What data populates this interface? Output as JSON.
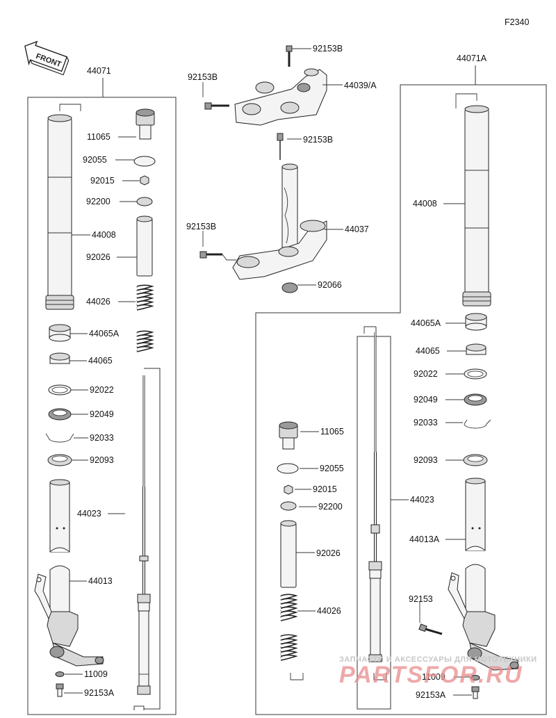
{
  "figure_code": "F2340",
  "front_label": "FRONT",
  "labels": {
    "p44071": "44071",
    "p44071A": "44071A",
    "p92153B_top": "92153B",
    "p92153B_left1": "92153B",
    "p44039": "44039/A",
    "p92153B_mid": "92153B",
    "p92153B_left2": "92153B",
    "p44037": "44037",
    "p92066": "92066",
    "L11065": "11065",
    "L92055": "92055",
    "L92015": "92015",
    "L92200": "92200",
    "L44008": "44008",
    "L92026": "92026",
    "L44026": "44026",
    "L44065A": "44065A",
    "L44065": "44065",
    "L92022": "92022",
    "L92049": "92049",
    "L92033": "92033",
    "L92093": "92093",
    "L44023": "44023",
    "L44013": "44013",
    "L11009": "11009",
    "L92153A": "92153A",
    "R44008": "44008",
    "R44065A": "44065A",
    "R44065": "44065",
    "R92022": "92022",
    "R92049": "92049",
    "R92033": "92033",
    "R11065": "11065",
    "R92093": "92093",
    "R92055": "92055",
    "R92015": "92015",
    "R92200": "92200",
    "R44023": "44023",
    "R44013A": "44013A",
    "R92026": "92026",
    "R92153": "92153",
    "R44026": "44026",
    "R11009": "11009",
    "R92153A": "92153A"
  },
  "watermark": {
    "line1": "ЗАПЧАСТИ И АКСЕССУАРЫ ДЛЯ МОТОТЕХНИКИ",
    "line2": "PARTSFOR.RU"
  }
}
